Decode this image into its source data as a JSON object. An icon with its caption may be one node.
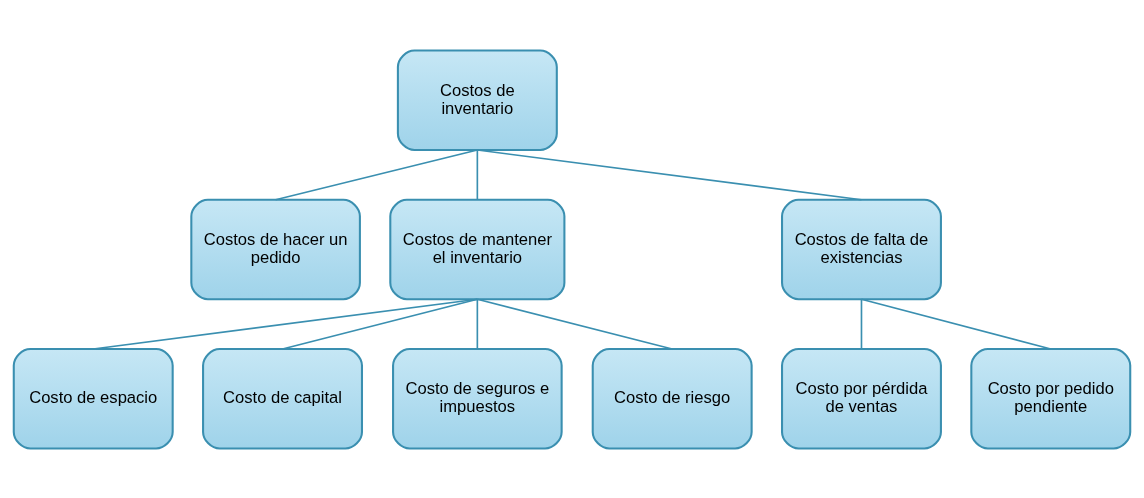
{
  "diagram": {
    "nodes": [
      {
        "text": [
          "Costos de inventario"
        ]
      },
      {
        "text": [
          "Costos de hacer un pedido"
        ]
      },
      {
        "text": [
          "Costos de mantener el inventario"
        ]
      },
      {
        "text": [
          "Costos de falta de existencias"
        ]
      },
      {
        "text": [
          "Costo de espacio"
        ]
      },
      {
        "text": [
          "Costo de capital"
        ]
      },
      {
        "text": [
          "Costo de seguros e impuestos"
        ]
      },
      {
        "text": [
          "Costo de riesgo"
        ]
      },
      {
        "text": [
          "Costo por pérdida de ventas"
        ]
      },
      {
        "text": [
          "Costo por pedido pendiente"
        ]
      }
    ],
    "edges": [
      {
        "from": 0,
        "to": 1,
        "arrow": "none"
      },
      {
        "from": 0,
        "to": 2,
        "arrow": "none"
      },
      {
        "from": 0,
        "to": 3,
        "arrow": "none"
      },
      {
        "from": 2,
        "to": 4,
        "arrow": "none"
      },
      {
        "from": 2,
        "to": 5,
        "arrow": "none"
      },
      {
        "from": 2,
        "to": 6,
        "arrow": "none"
      },
      {
        "from": 2,
        "to": 7,
        "arrow": "none"
      },
      {
        "from": 3,
        "to": 8,
        "arrow": "none"
      },
      {
        "from": 3,
        "to": 9,
        "arrow": "none"
      }
    ]
  }
}
